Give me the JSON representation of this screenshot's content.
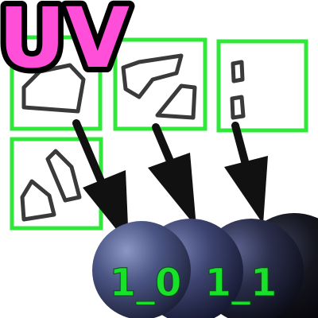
{
  "title": {
    "text": "UV",
    "fill_color": "#ff4fd8",
    "stroke_color": "#000000"
  },
  "tiles": {
    "border_color": "#2fe83a",
    "shape_stroke_color": "#3a3a3a",
    "items": [
      {
        "id": "tile-top-left"
      },
      {
        "id": "tile-top-middle"
      },
      {
        "id": "tile-top-right"
      },
      {
        "id": "tile-bottom-left"
      }
    ]
  },
  "arrows": {
    "color": "#111111",
    "count": 3
  },
  "spheres": {
    "colors": [
      "#4b5584",
      "#3d4470",
      "#2a2e4a",
      "#15161f"
    ],
    "label_color": "#19e02a",
    "labels": [
      {
        "text": "1_0"
      },
      {
        "text": "1_1"
      }
    ]
  }
}
